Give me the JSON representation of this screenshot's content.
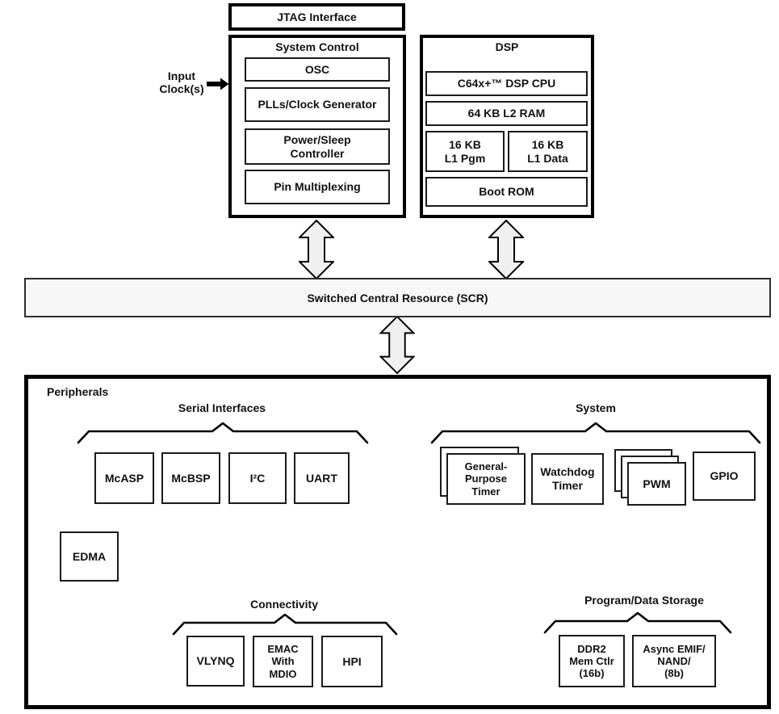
{
  "jtag": {
    "label": "JTAG Interface"
  },
  "input_clock": {
    "label": "Input\nClock(s)"
  },
  "system_control": {
    "title": "System Control",
    "osc": "OSC",
    "pll": "PLLs/Clock Generator",
    "power_sleep": "Power/Sleep\nController",
    "pin_mux": "Pin Multiplexing"
  },
  "dsp": {
    "title": "DSP",
    "cpu": "C64x+™ DSP CPU",
    "l2_ram": "64 KB L2 RAM",
    "l1_pgm": "16 KB\nL1 Pgm",
    "l1_data": "16 KB\nL1 Data",
    "boot_rom": "Boot ROM"
  },
  "scr": {
    "label": "Switched Central Resource (SCR)"
  },
  "peripherals": {
    "title": "Peripherals",
    "edma": "EDMA",
    "serial": {
      "title": "Serial Interfaces",
      "mcasp": "McASP",
      "mcbsp": "McBSP",
      "i2c": "I²C",
      "uart": "UART"
    },
    "system": {
      "title": "System",
      "gp_timer": "General-\nPurpose\nTimer",
      "watchdog": "Watchdog\nTimer",
      "pwm": "PWM",
      "gpio": "GPIO"
    },
    "connectivity": {
      "title": "Connectivity",
      "vlynq": "VLYNQ",
      "emac": "EMAC\nWith\nMDIO",
      "hpi": "HPI"
    },
    "storage": {
      "title": "Program/Data Storage",
      "ddr2": "DDR2\nMem Ctlr\n(16b)",
      "emif": "Async EMIF/\nNAND/\n(8b)"
    }
  },
  "colors": {
    "arrow_fill": "#f0f0f0",
    "scr_fill": "#f7f7f7",
    "line": "#000000"
  }
}
